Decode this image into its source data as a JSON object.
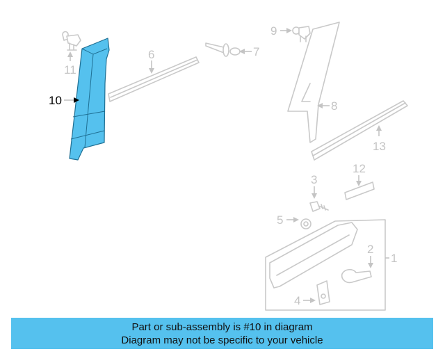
{
  "callouts": {
    "c1": "1",
    "c2": "2",
    "c3": "3",
    "c4": "4",
    "c5": "5",
    "c6": "6",
    "c7": "7",
    "c8": "8",
    "c9": "9",
    "c10": "10",
    "c11": "11",
    "c12": "12",
    "c13": "13"
  },
  "highlighted_part": "10",
  "colors": {
    "highlight": "#55c1ee",
    "outline": "#c9c9c9",
    "banner": "#55c1ee"
  },
  "banner": {
    "line1": "Part or sub-assembly is #10 in diagram",
    "line2": "Diagram may not be specific to your vehicle"
  }
}
